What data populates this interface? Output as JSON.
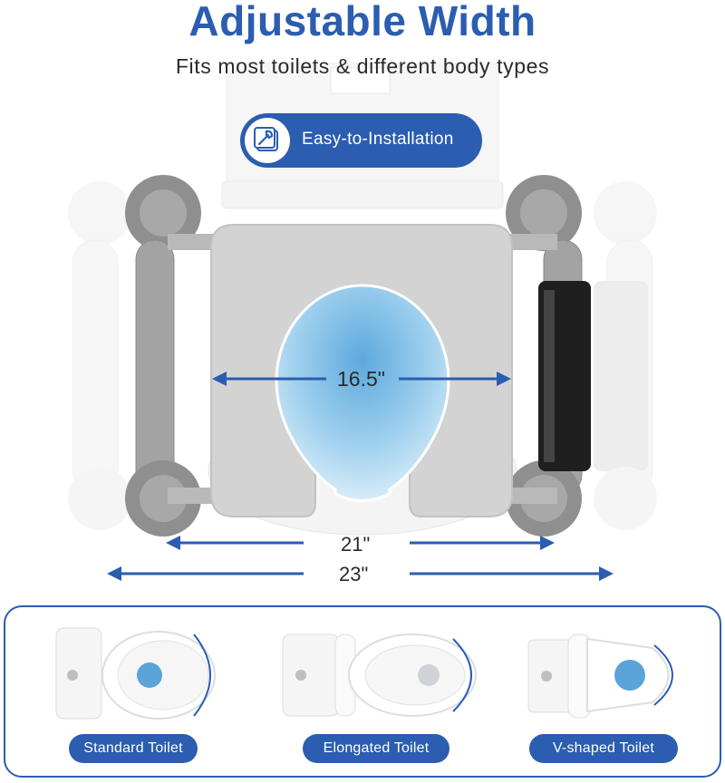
{
  "header": {
    "title": "Adjustable Width",
    "subtitle": "Fits most toilets & different body types"
  },
  "badge": {
    "label": "Easy-to-Installation",
    "icon": "wrench-icon"
  },
  "measurements": {
    "seat_width": "16.5\"",
    "inner_width": "21\"",
    "outer_width": "23\""
  },
  "toilet_types": [
    {
      "label": "Standard Toilet"
    },
    {
      "label": "Elongated Toilet"
    },
    {
      "label": "V-shaped Toilet"
    }
  ],
  "colors": {
    "accent": "#2b5db0",
    "frame_gray": "#9a9a9a",
    "seat_gray": "#d6d6d6",
    "water_blue": "#8cc6e8"
  }
}
